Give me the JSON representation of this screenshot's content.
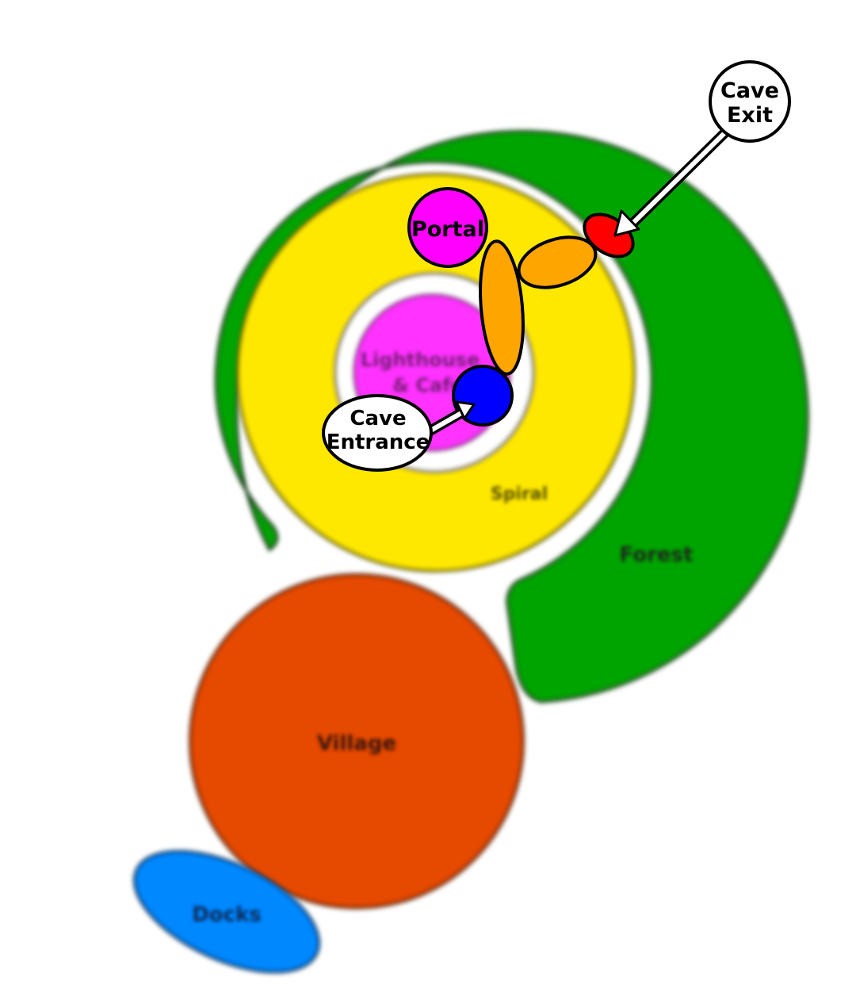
{
  "map": {
    "zones": {
      "forest": {
        "label": "Forest",
        "color": "#00a400"
      },
      "spiral": {
        "label": "Spiral",
        "color": "#ffe800"
      },
      "lighthouse": {
        "label_line1": "Lighthouse",
        "label_line2": "& Cafe",
        "color": "#ff33ff"
      },
      "village": {
        "label": "Village",
        "color": "#e64800"
      },
      "docks": {
        "label": "Docks",
        "color": "#0088ff"
      }
    },
    "landmarks": {
      "portal": {
        "label": "Portal",
        "color": "#ff00ff"
      },
      "cave_path_color": "#ffa500",
      "cave_entrance_marker_color": "#0000ff",
      "cave_exit_marker_color": "#ff0000"
    },
    "callouts": {
      "cave_entrance": {
        "line1": "Cave",
        "line2": "Entrance"
      },
      "cave_exit": {
        "line1": "Cave",
        "line2": "Exit"
      }
    }
  }
}
